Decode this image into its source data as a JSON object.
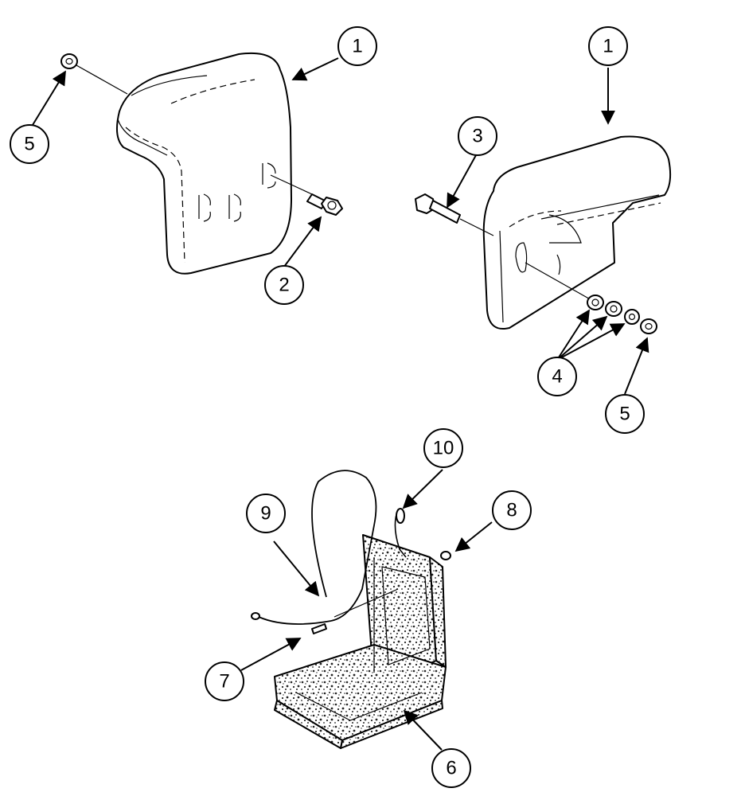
{
  "callouts": {
    "c1_left": "1",
    "c1_right": "1",
    "c2": "2",
    "c3": "3",
    "c4": "4",
    "c5_left": "5",
    "c5_right": "5",
    "c6": "6",
    "c7": "7",
    "c8": "8",
    "c9": "9",
    "c10": "10"
  }
}
